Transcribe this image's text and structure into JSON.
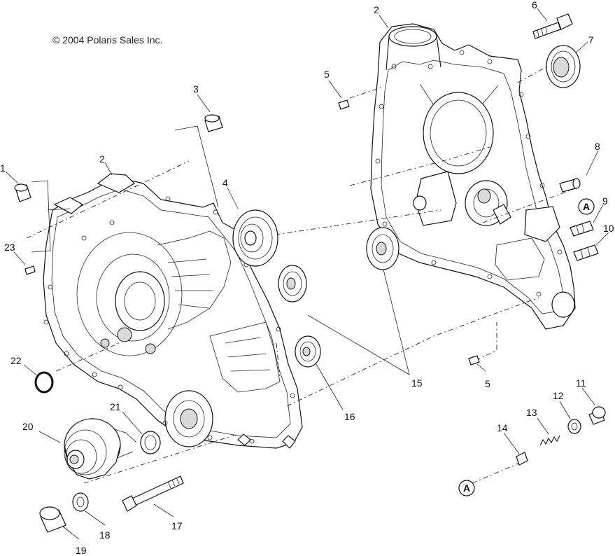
{
  "copyright": "© 2004 Polaris Sales Inc.",
  "callouts": {
    "c1": "1",
    "c2_left": "2",
    "c2_right": "2",
    "c3": "3",
    "c4": "4",
    "c5_top": "5",
    "c5_bottom": "5",
    "c6": "6",
    "c7": "7",
    "c8": "8",
    "c9": "9",
    "c10": "10",
    "c11": "11",
    "c12": "12",
    "c13": "13",
    "c14": "14",
    "c15": "15",
    "c16": "16",
    "c17": "17",
    "c18": "18",
    "c19": "19",
    "c20": "20",
    "c21": "21",
    "c22": "22",
    "c23": "23"
  },
  "reference_marks": {
    "a_upper": "A",
    "a_lower": "A"
  }
}
